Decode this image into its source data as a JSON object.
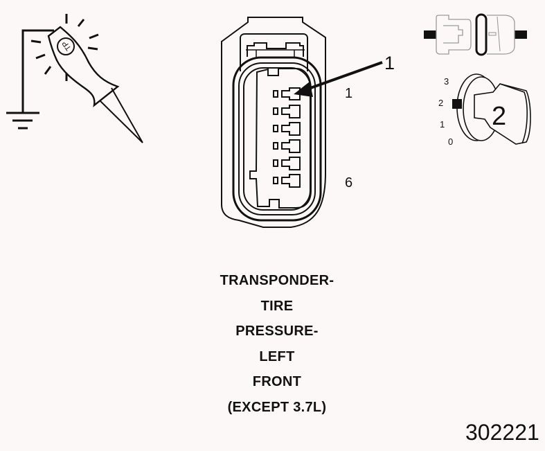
{
  "diagram": {
    "title_lines": [
      "TRANSPONDER-",
      "TIRE",
      "PRESSURE-",
      "LEFT",
      "FRONT",
      "(EXCEPT 3.7L)"
    ],
    "figure_number": "302221",
    "connector": {
      "callout": "1",
      "pin_first": "1",
      "pin_last": "6",
      "pin_count": 6
    },
    "probe_icon_text": "TP",
    "key_switch": {
      "positions": [
        "3",
        "2",
        "1",
        "0"
      ],
      "selected": "2",
      "key_label": "2"
    }
  }
}
